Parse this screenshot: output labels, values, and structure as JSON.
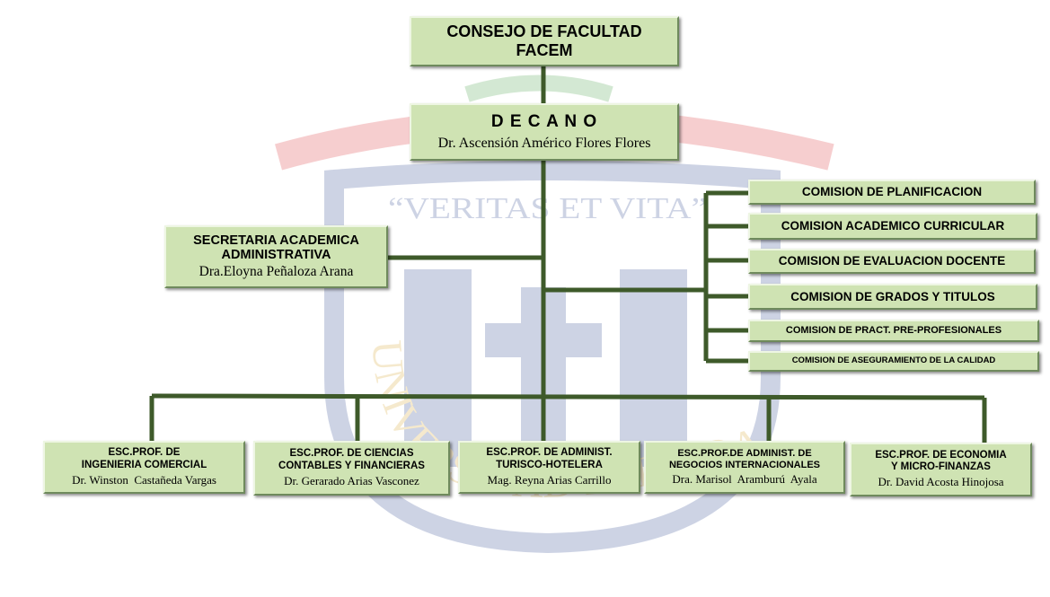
{
  "watermark": {
    "motto": "“VERITAS ET VITA”",
    "arc_text": "UNIVERSIDAD PRIVADA DE TACNA"
  },
  "council": {
    "line1": "CONSEJO DE FACULTAD",
    "line2": "FACEM"
  },
  "dean": {
    "title": "D E C A N O",
    "name": "Dr. Ascensión Américo Flores Flores"
  },
  "secretary": {
    "line1": "SECRETARIA ACADEMICA",
    "line2": "ADMINISTRATIVA",
    "name": "Dra.Eloyna Peñaloza Arana"
  },
  "commissions": [
    "COMISION DE PLANIFICACION",
    "COMISION ACADEMICO CURRICULAR",
    "COMISION DE EVALUACION DOCENTE",
    "COMISION DE GRADOS Y TITULOS",
    "COMISION DE PRACT. PRE-PROFESIONALES",
    "COMISION DE ASEGURAMIENTO DE LA CALIDAD"
  ],
  "schools": [
    {
      "line1": "ESC.PROF. DE",
      "line2": "INGENIERIA COMERCIAL",
      "name": "Dr. Winston  Castañeda Vargas"
    },
    {
      "line1": "ESC.PROF. DE CIENCIAS",
      "line2": "CONTABLES Y FINANCIERAS",
      "name": "Dr. Gerarado Arias Vasconez"
    },
    {
      "line1": "ESC.PROF. DE ADMINIST.",
      "line2": "TURISCO-HOTELERA",
      "name": "Mag. Reyna Arias Carrillo"
    },
    {
      "line1": "ESC.PROF.DE ADMINIST. DE",
      "line2": "NEGOCIOS INTERNACIONALES",
      "name": "Dra. Marisol  Aramburú  Ayala"
    },
    {
      "line1": "ESC.PROF. DE ECONOMIA",
      "line2": "Y MICRO-FINANZAS",
      "name": "Dr. David Acosta Hinojosa"
    }
  ],
  "colors": {
    "box_fill": "#cfe3b3",
    "connector": "#3e5a2a",
    "watermark_blue": "#1f3a8a",
    "watermark_red": "#d9262b",
    "watermark_gold": "#d4a020"
  }
}
